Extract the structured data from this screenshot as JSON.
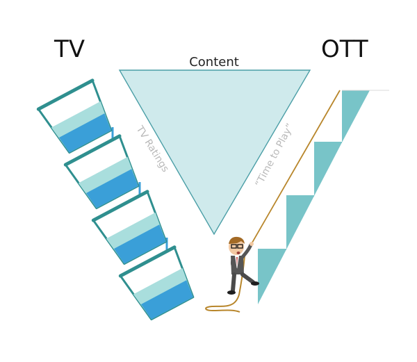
{
  "labels": {
    "left_title": "TV",
    "right_title": "OTT",
    "top_title": "Content",
    "left_side_label": "TV Ratings",
    "right_side_label": "“Time to Play”"
  },
  "colors": {
    "triangle_fill": "#cfeaec",
    "triangle_stroke": "#4a9ea6",
    "water_light": "#a9dedd",
    "water_dark": "#3a9fd8",
    "bucket_stroke": "#2f8f8f",
    "stairs_fill": "#78c4c8",
    "rope": "#b8862b"
  },
  "icons": [
    "pouring-bucket-icon",
    "staircase-icon",
    "climbing-man-icon",
    "rope-icon"
  ]
}
